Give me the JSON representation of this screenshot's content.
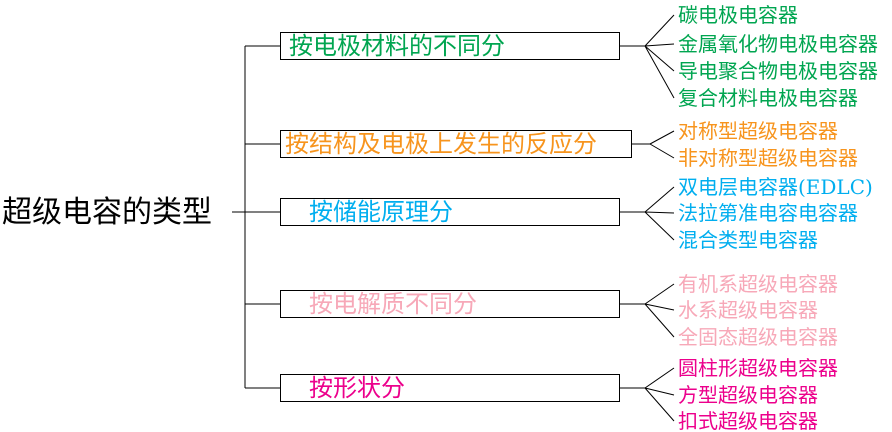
{
  "root": {
    "label": "超级电容的类型"
  },
  "groups": [
    {
      "label": "按电极材料的不同分",
      "color": "#00a550",
      "leaves": [
        "碳电极电容器",
        "金属氧化物电极电容器",
        "导电聚合物电极电容器",
        "复合材料电极电容器"
      ]
    },
    {
      "label": "按结构及电极上发生的反应分",
      "color": "#f7941d",
      "leaves": [
        "对称型超级电容器",
        "非对称型超级电容器"
      ]
    },
    {
      "label": "按储能原理分",
      "color": "#00aeef",
      "leaves": [
        "双电层电容器(EDLC)",
        "法拉第准电容电容器",
        "混合类型电容器"
      ]
    },
    {
      "label": "按电解质不同分",
      "color": "#f7a8b8",
      "leaves": [
        "有机系超级电容器",
        "水系超级电容器",
        "全固态超级电容器"
      ]
    },
    {
      "label": "按形状分",
      "color": "#ec008c",
      "leaves": [
        "圆柱形超级电容器",
        "方型超级电容器",
        "扣式超级电容器"
      ]
    }
  ],
  "line_color": "#000000"
}
